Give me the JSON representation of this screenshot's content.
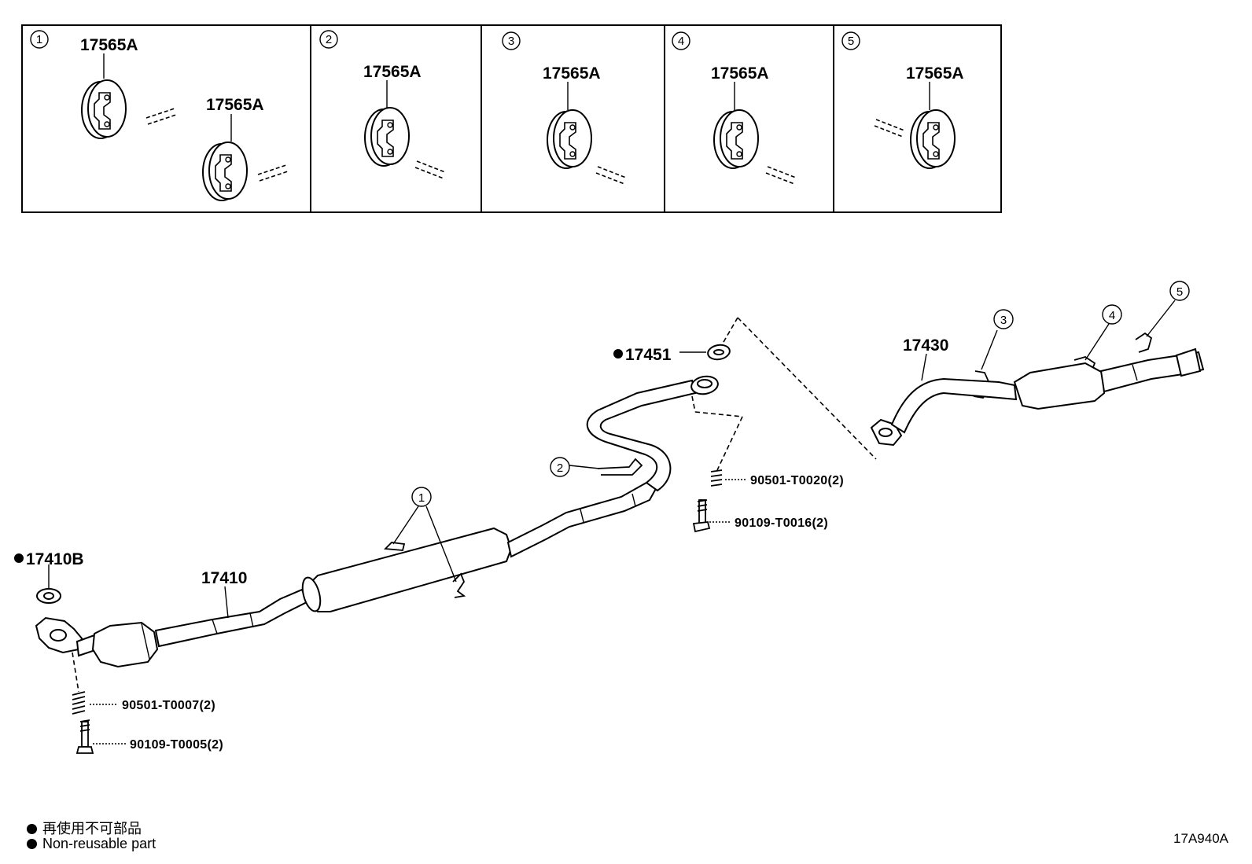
{
  "insets": [
    {
      "num": "1",
      "parts": [
        "17565A",
        "17565A"
      ]
    },
    {
      "num": "2",
      "parts": [
        "17565A"
      ]
    },
    {
      "num": "3",
      "parts": [
        "17565A"
      ]
    },
    {
      "num": "4",
      "parts": [
        "17565A"
      ]
    },
    {
      "num": "5",
      "parts": [
        "17565A"
      ]
    }
  ],
  "callouts": {
    "c1": "1",
    "c2": "2",
    "c3": "3",
    "c4": "4",
    "c5": "5"
  },
  "labels": {
    "gasket_front": "17410B",
    "front_pipe": "17410",
    "gasket_center": "17451",
    "tail_pipe": "17430",
    "spring_front": "90501-T0007(2)",
    "bolt_front": "90109-T0005(2)",
    "spring_center": "90501-T0020(2)",
    "bolt_center": "90109-T0016(2)"
  },
  "legend": {
    "line_jp": "再使用不可部品",
    "line_en": "Non-reusable part"
  },
  "diagram_code": "17A940A"
}
